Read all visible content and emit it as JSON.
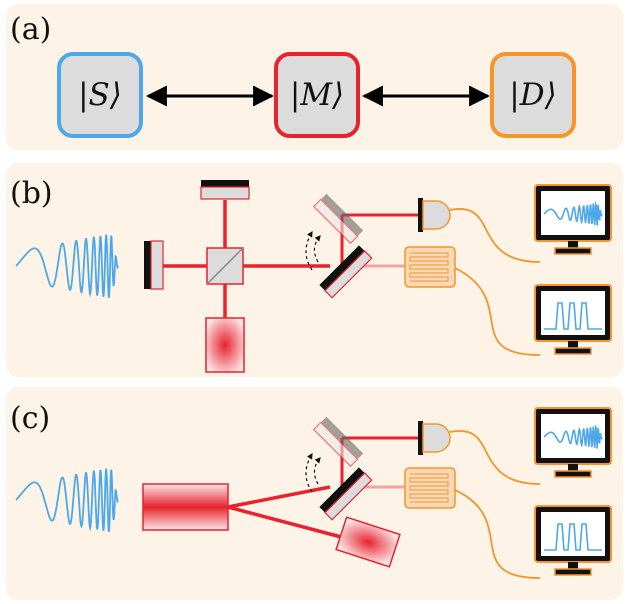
{
  "panels": {
    "a": {
      "label": "(a)"
    },
    "b": {
      "label": "(b)"
    },
    "c": {
      "label": "(c)"
    }
  },
  "states": [
    {
      "name": "state-s",
      "label": "|S⟩",
      "color": "#4ea8e8"
    },
    {
      "name": "state-m",
      "label": "|M⟩",
      "color": "#e8232f"
    },
    {
      "name": "state-d",
      "label": "|D⟩",
      "color": "#f5952a"
    }
  ],
  "colors": {
    "panel_bg": "#fdf3e6",
    "beam": "#e8232f",
    "wire": "#f5952a",
    "signal": "#4ea8e8",
    "detector": "#f5952a",
    "monitor_frame": "#111111"
  },
  "icons": [
    "bidirectional-arrow-icon",
    "waveform-icon",
    "mirror-icon",
    "beam-splitter-icon",
    "laser-icon",
    "photodiode-icon",
    "meander-detector-icon",
    "monitor-icon"
  ]
}
